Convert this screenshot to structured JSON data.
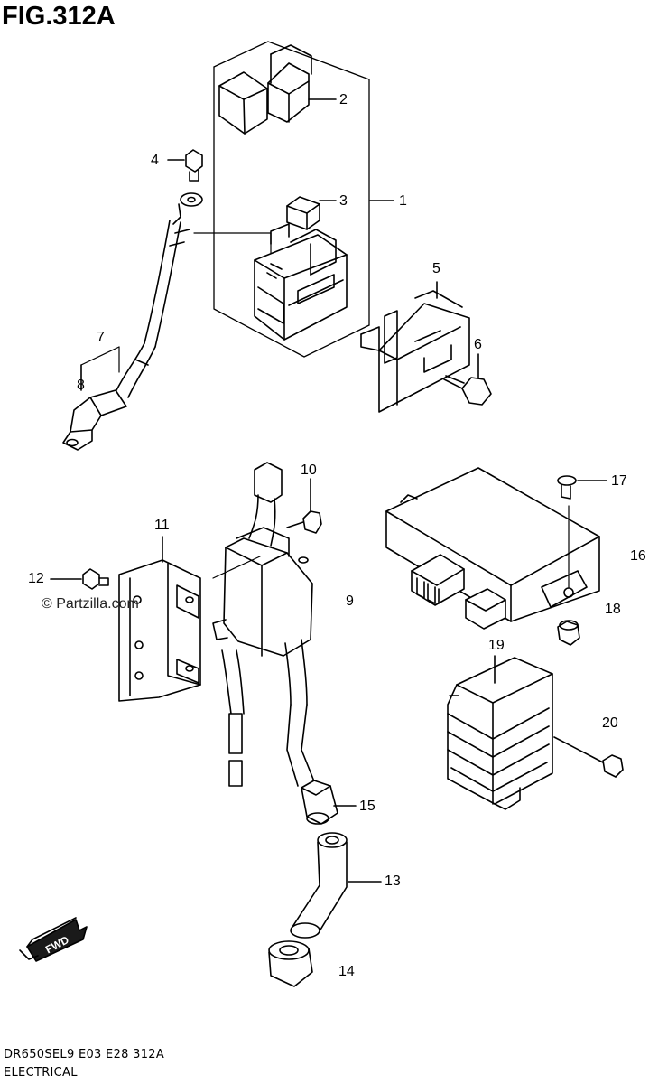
{
  "figure": {
    "title": "FIG.312A",
    "watermark": "© Partzilla.com",
    "direction_label": "FWD",
    "footer_code": "DR650SEL9  E03  E28  312A",
    "footer_name": "ELECTRICAL"
  },
  "callouts": [
    "1",
    "2",
    "3",
    "4",
    "5",
    "6",
    "7",
    "8",
    "9",
    "10",
    "11",
    "12",
    "13",
    "14",
    "15",
    "16",
    "17",
    "18",
    "19",
    "20"
  ]
}
